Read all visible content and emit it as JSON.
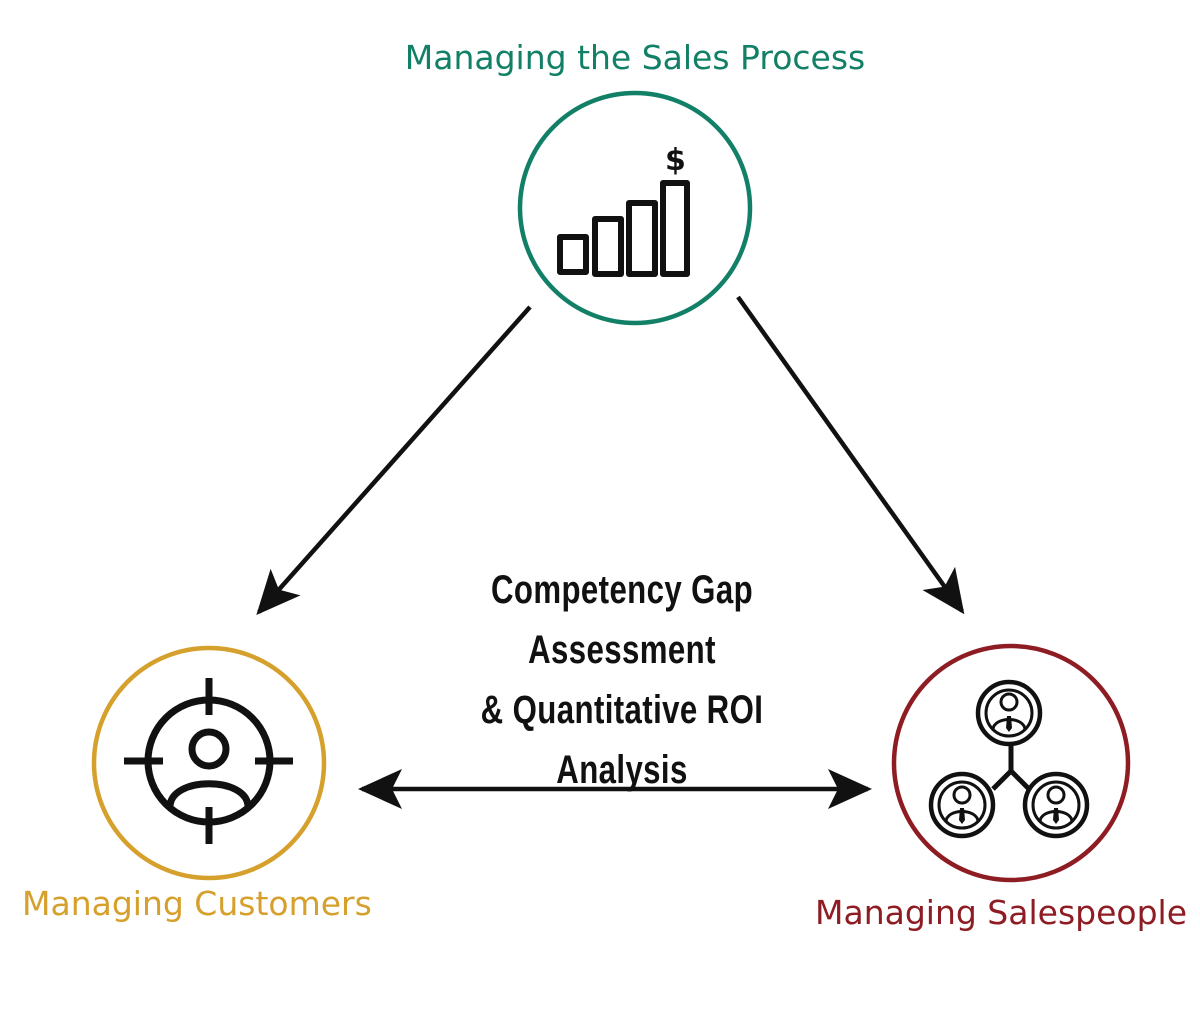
{
  "nodes": {
    "top": {
      "label": "Managing the Sales Process",
      "color": "#128066"
    },
    "left": {
      "label": "Managing Customers",
      "color": "#D6A02C"
    },
    "right": {
      "label": "Managing Salespeople",
      "color": "#8E1C23"
    }
  },
  "center": {
    "line1": "Competency Gap Assessment",
    "line2": "& Quantitative ROI Analysis"
  },
  "icons": {
    "top": "bar-chart-dollar-icon",
    "left": "target-person-icon",
    "right": "people-network-icon"
  },
  "top_icon_symbol": "$"
}
